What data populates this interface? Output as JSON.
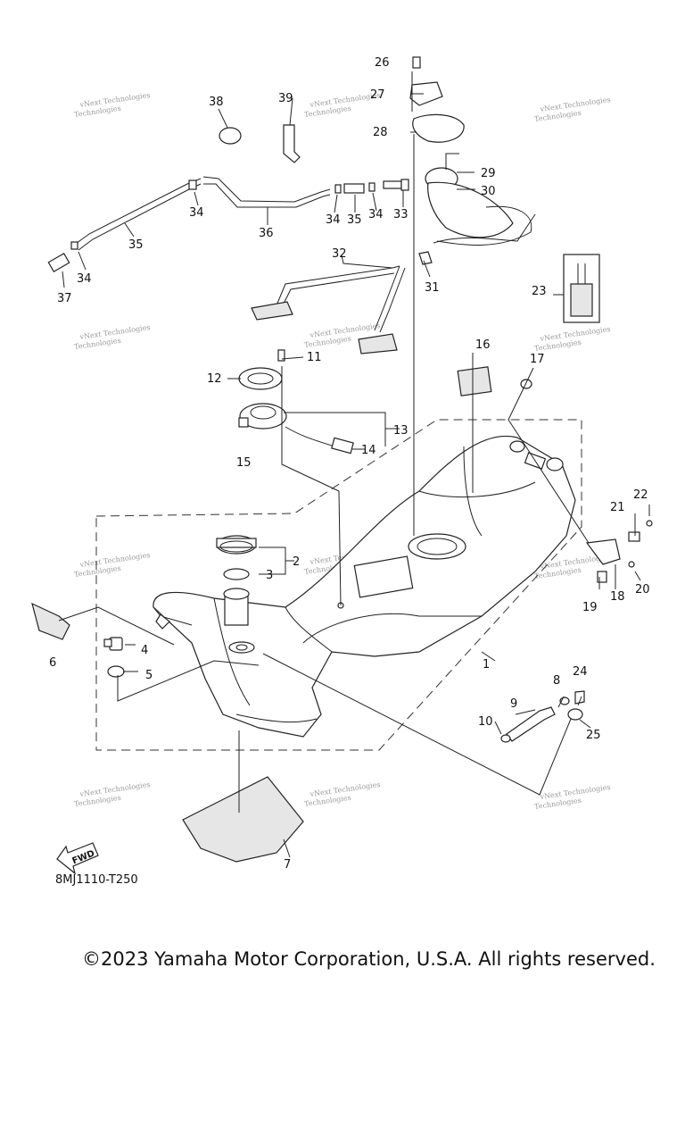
{
  "callouts": [
    "1",
    "2",
    "3",
    "4",
    "5",
    "6",
    "7",
    "8",
    "9",
    "10",
    "11",
    "12",
    "13",
    "14",
    "15",
    "16",
    "17",
    "18",
    "19",
    "20",
    "21",
    "22",
    "23",
    "24",
    "25",
    "26",
    "27",
    "28",
    "29",
    "30",
    "31",
    "32",
    "33",
    "34",
    "35",
    "36",
    "37",
    "38",
    "39"
  ],
  "watermark_text": [
    "vNext Technologies",
    "Technologies"
  ],
  "fwd_label": "FWD",
  "diagram_code": "8MJ1110-T250",
  "copyright": "©2023 Yamaha Motor Corporation, U.S.A. All rights reserved."
}
